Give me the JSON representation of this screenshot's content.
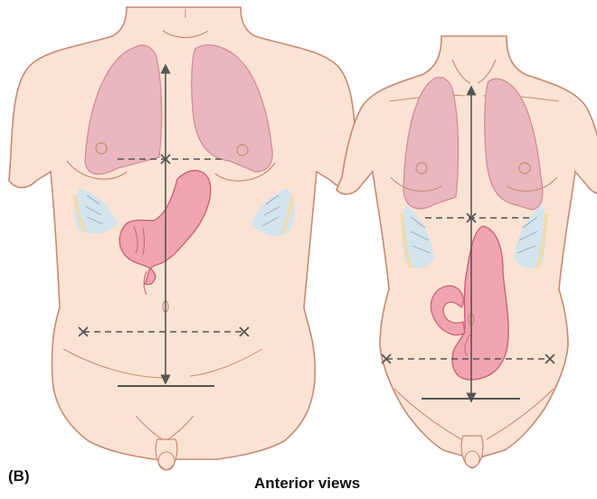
{
  "figure": {
    "panel_label": "(B)",
    "caption": "Anterior views"
  },
  "figures": [
    {
      "name": "broad-torso",
      "organs": [
        "lungs",
        "ribs",
        "stomach"
      ],
      "markers": [
        "nipples",
        "umbilicus",
        "genitals"
      ]
    },
    {
      "name": "slender-torso",
      "organs": [
        "lungs",
        "ribs",
        "stomach"
      ],
      "markers": [
        "nipples",
        "umbilicus",
        "genitals"
      ]
    }
  ],
  "colors": {
    "skin": "#fbe3d3",
    "skin_outline": "#c68a74",
    "lung": "#eab7bf",
    "lung_outline": "#d48a98",
    "stomach": "#f0a4b0",
    "stomach_outline": "#c86477",
    "rib_blue": "#cfe3ef",
    "rib_yellow": "#f6d79d",
    "guide_line": "#555555"
  }
}
